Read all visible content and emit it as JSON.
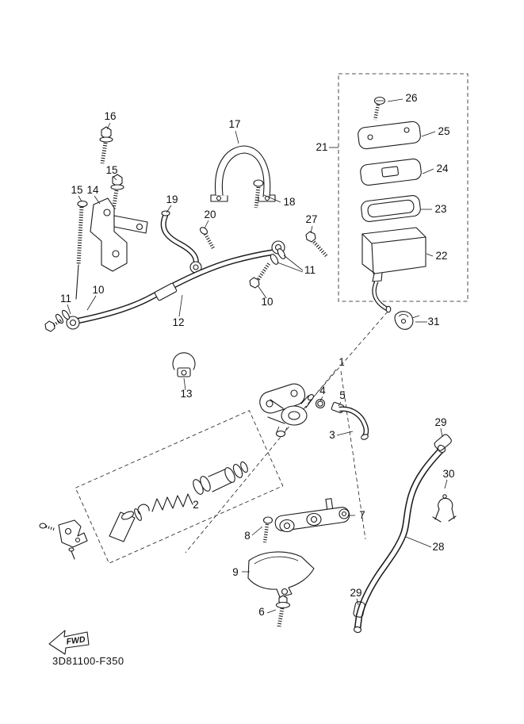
{
  "diagram": {
    "part_code": "3D81100-F350",
    "fwd_label": "FWD",
    "callouts": [
      "1",
      "2",
      "3",
      "4",
      "5",
      "6",
      "7",
      "8",
      "9",
      "10",
      "10",
      "11",
      "11",
      "12",
      "13",
      "14",
      "15",
      "15",
      "16",
      "17",
      "18",
      "19",
      "20",
      "21",
      "22",
      "23",
      "24",
      "25",
      "26",
      "27",
      "28",
      "29",
      "29",
      "30",
      "31"
    ]
  }
}
